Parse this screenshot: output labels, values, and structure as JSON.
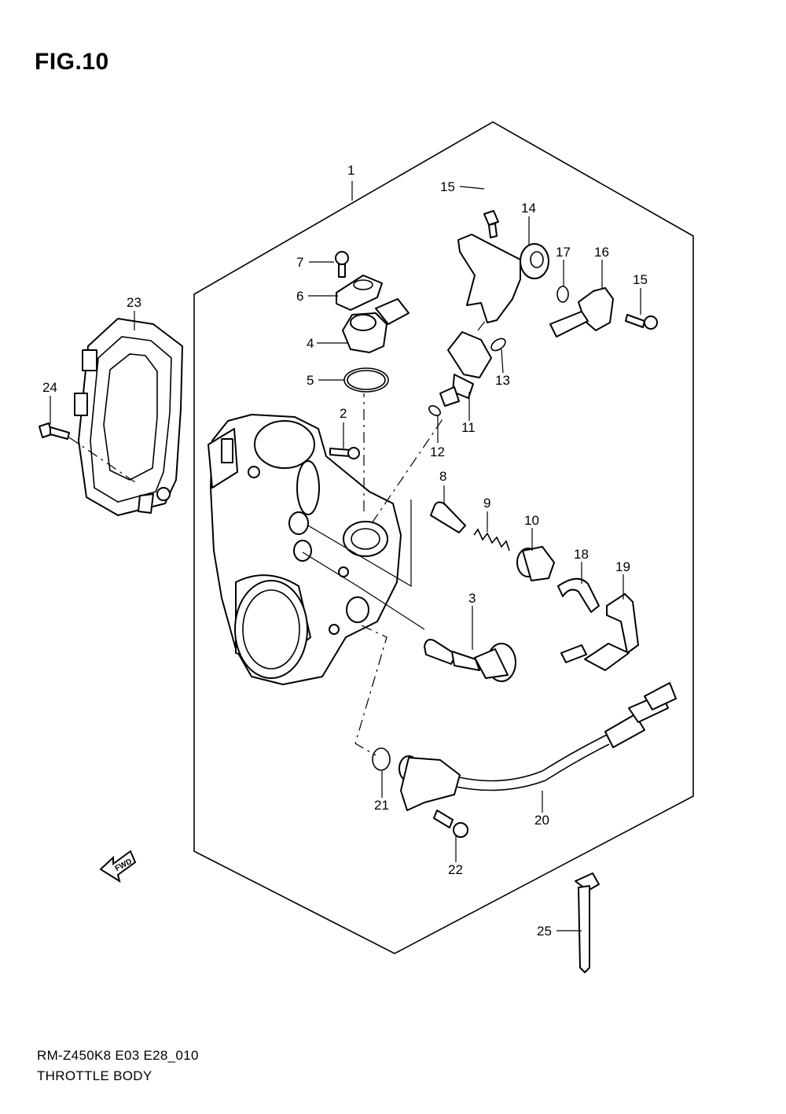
{
  "header": {
    "figure_label": "FIG.10"
  },
  "footer": {
    "model_code": "RM-Z450K8 E03 E28_010",
    "diagram_title": "THROTTLE BODY"
  },
  "direction_arrow": {
    "label": "FWD"
  },
  "callouts": [
    "1",
    "2",
    "3",
    "4",
    "5",
    "6",
    "7",
    "8",
    "9",
    "10",
    "11",
    "12",
    "13",
    "14",
    "15",
    "15",
    "16",
    "17",
    "18",
    "19",
    "20",
    "21",
    "22",
    "23",
    "24",
    "25"
  ]
}
